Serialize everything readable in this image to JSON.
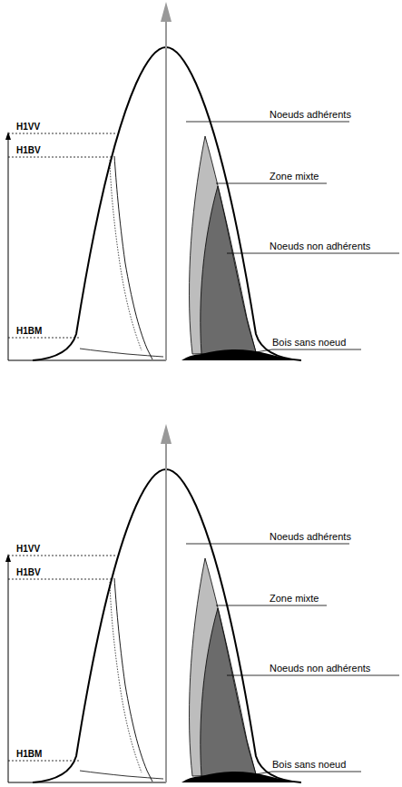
{
  "diagram": {
    "labels": [
      "H1VV",
      "H1BV",
      "H1BM",
      "Noeuds adhérents",
      "Zone mixte",
      "Noeuds non adhérents",
      "Bois sans noeud",
      "H1VV",
      "H1BV",
      "H1BM",
      "Noeuds adhérents",
      "Zone mixte",
      "Noeuds non adhérents",
      "Bois sans noeud"
    ]
  }
}
